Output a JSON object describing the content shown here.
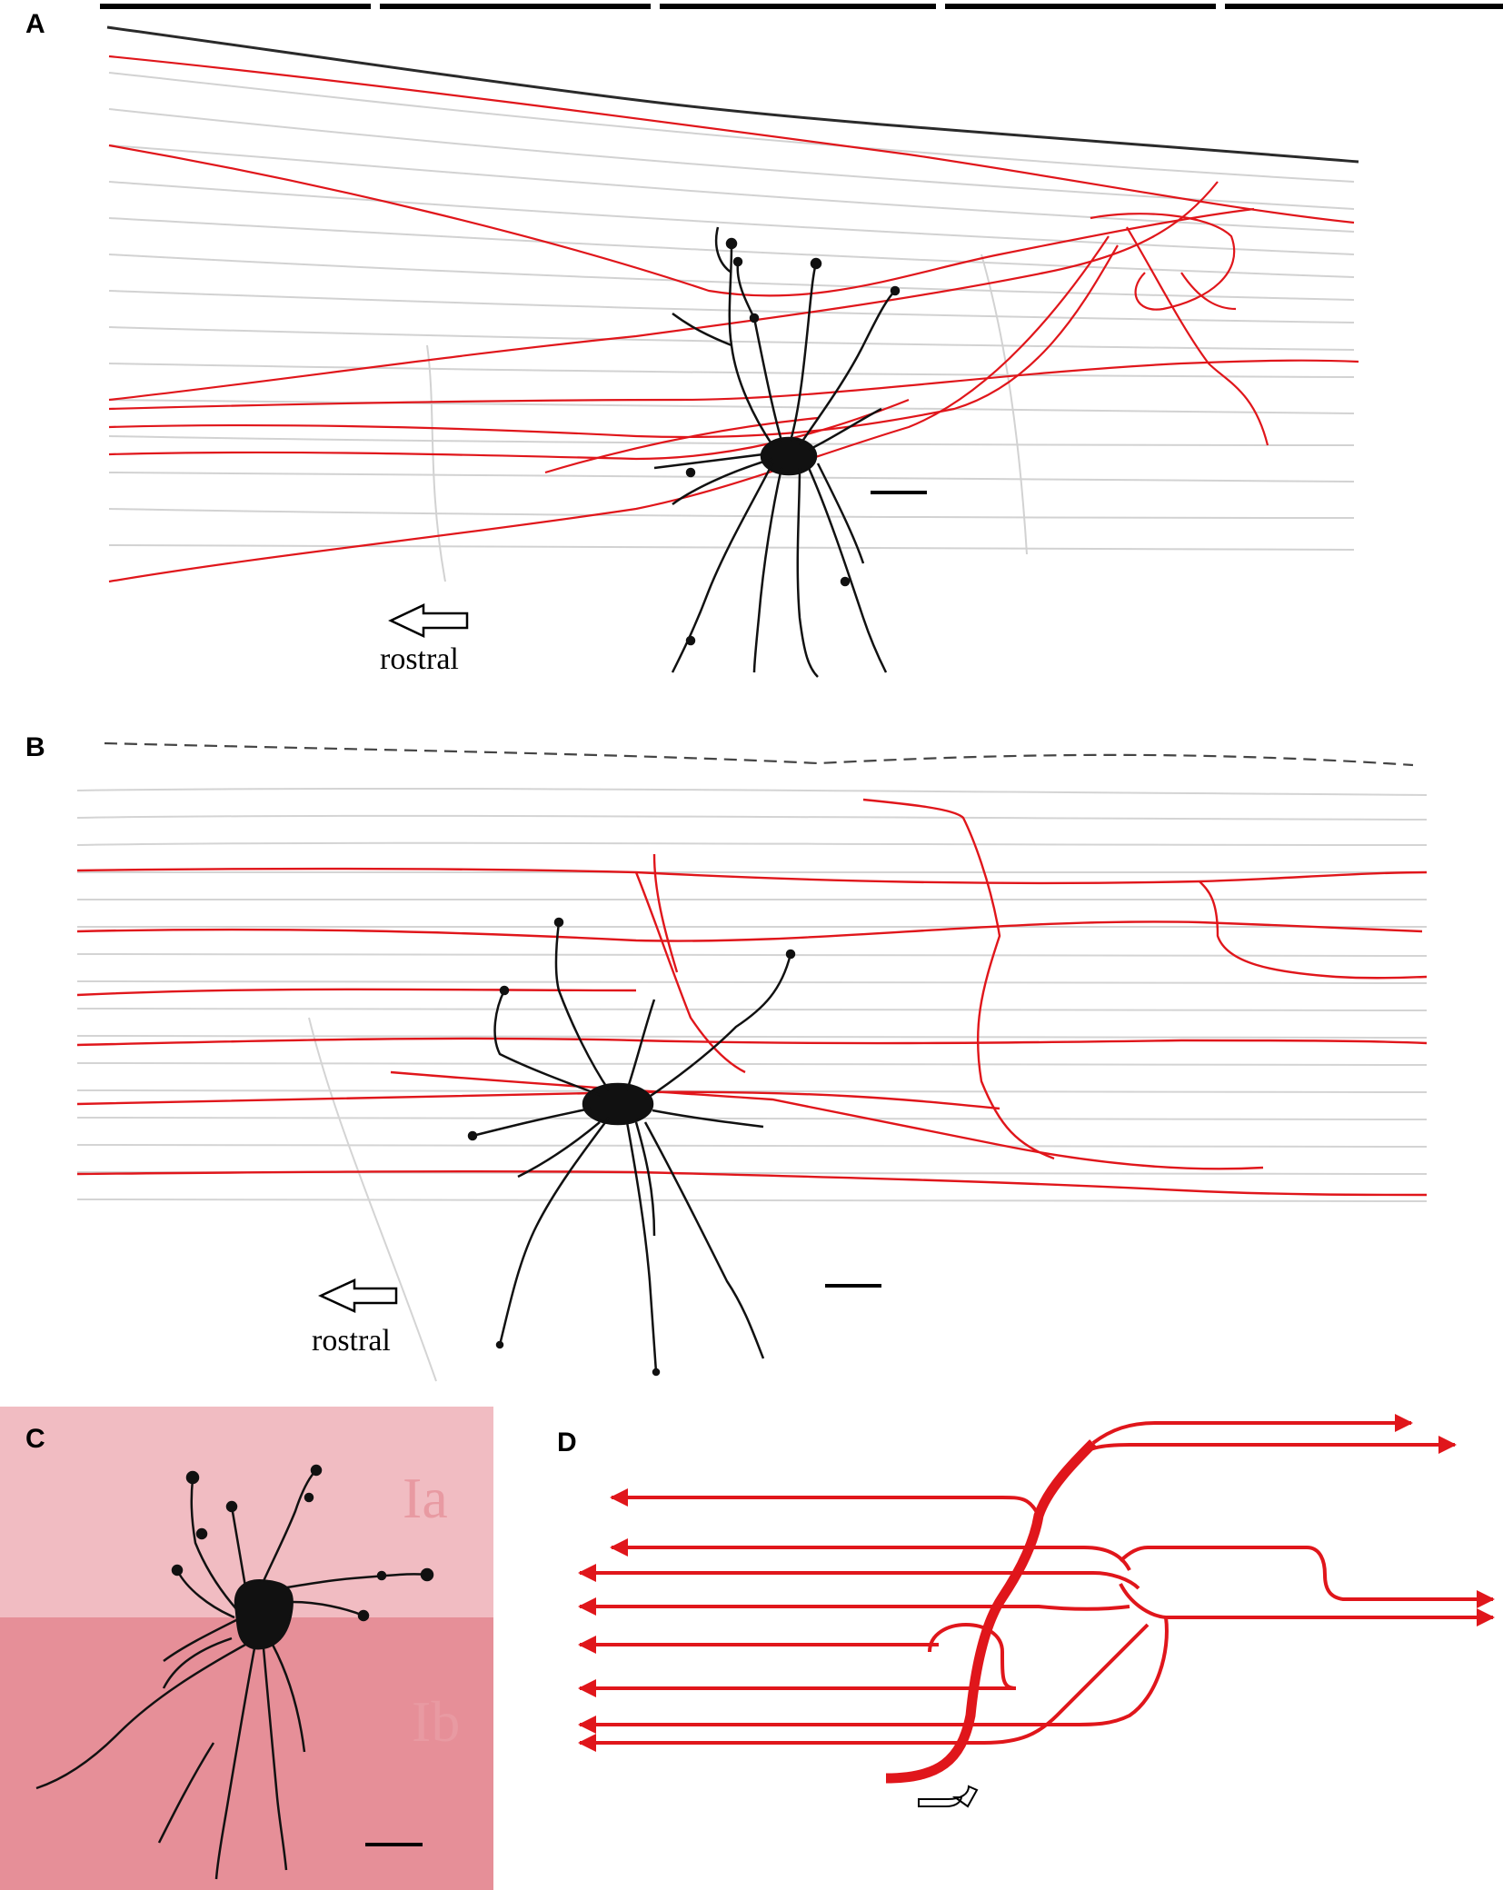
{
  "panels": {
    "a": {
      "letter": "A",
      "direction_label": "rostral"
    },
    "b": {
      "letter": "B",
      "direction_label": "rostral"
    },
    "c": {
      "letter": "C",
      "layer_upper": "Ia",
      "layer_lower": "Ib"
    },
    "d": {
      "letter": "D"
    }
  },
  "colors": {
    "axon": "#e0161b",
    "fiber": "#cfcfcf",
    "neuron": "#111111",
    "surface": "#2a2a2a",
    "layer_ia": "#f1bcc2",
    "layer_ib": "#e68f98",
    "layer_text": "#e89aa2"
  }
}
